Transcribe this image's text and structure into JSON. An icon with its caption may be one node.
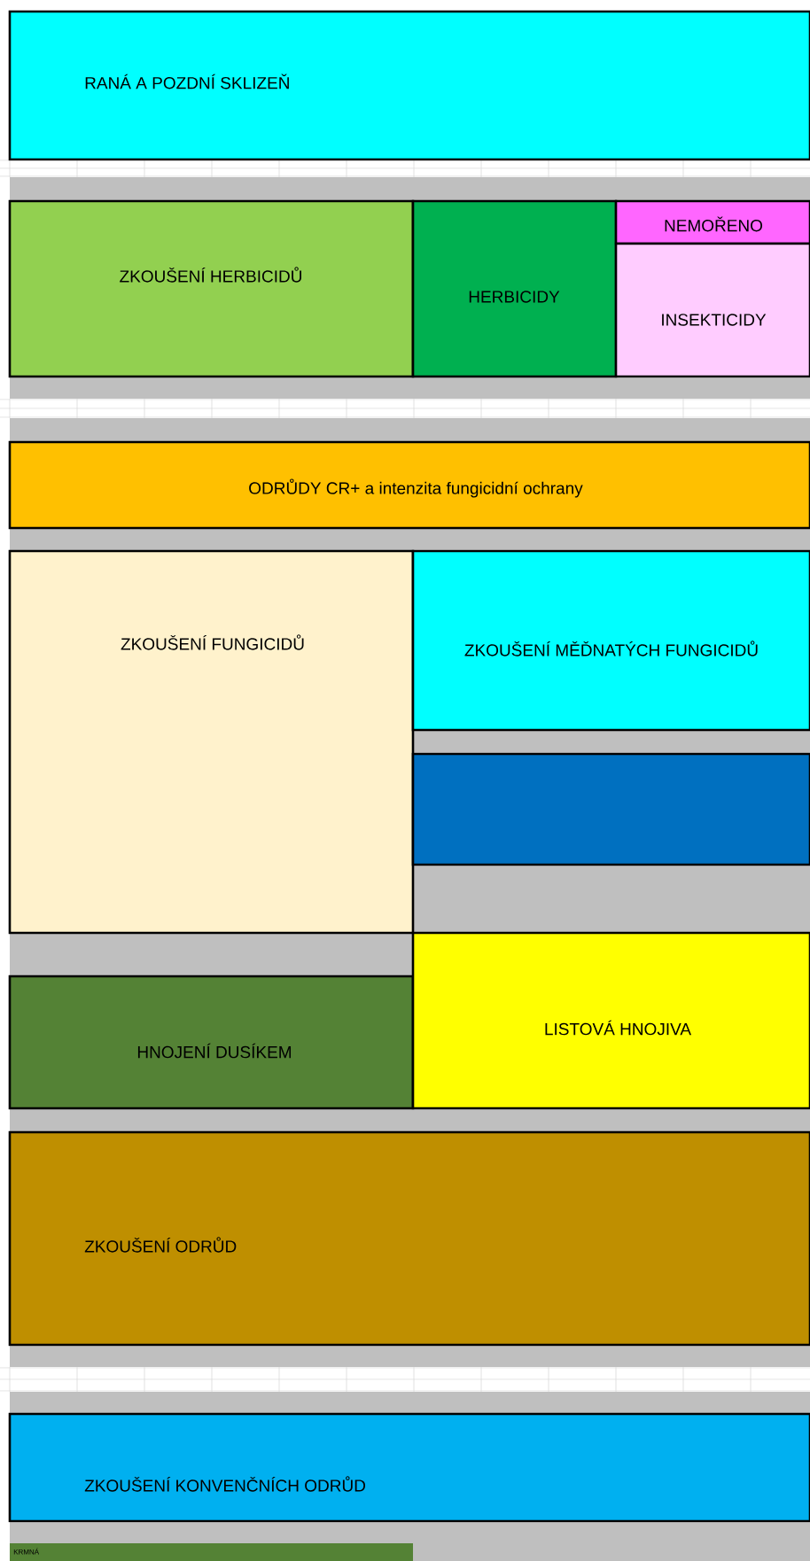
{
  "diagram": {
    "nodes": [
      {
        "text": [
          "RANÁ A POZDNÍ SKLIZEŇ"
        ]
      },
      {
        "text": [
          "ZKOUŠENÍ HERBICIDŮ"
        ]
      },
      {
        "text": [
          "HERBICIDY"
        ]
      },
      {
        "text": [
          "NEMOŘENO"
        ]
      },
      {
        "text": [
          "INSEKTICIDY"
        ]
      },
      {
        "text": [
          "ODRŮDY CR+ a intenzita fungicidní ochrany"
        ]
      },
      {
        "text": [
          "ZKOUŠENÍ FUNGICIDŮ"
        ]
      },
      {
        "text": [
          "ZKOUŠENÍ MĚĎNATÝCH FUNGICIDŮ"
        ]
      },
      {
        "text": [],
        "shape": "box"
      },
      {
        "text": [
          "HNOJENÍ DUSÍKEM"
        ]
      },
      {
        "text": [
          "LISTOVÁ HNOJIVA"
        ]
      },
      {
        "text": [
          "ZKOUŠENÍ ODRŮD"
        ]
      },
      {
        "text": [
          "ZKOUŠENÍ KONVENČNÍCH ODRŮD"
        ]
      },
      {
        "text": [
          "KRMNÁ"
        ]
      }
    ]
  }
}
